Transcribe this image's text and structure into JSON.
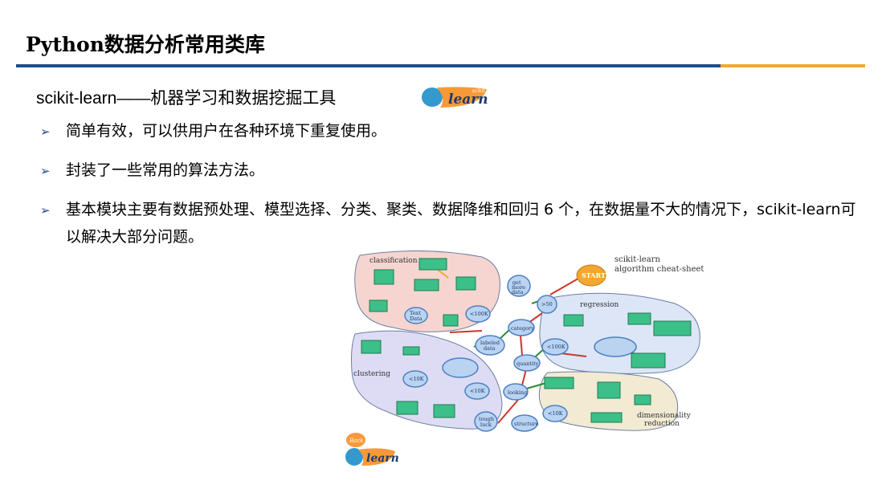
{
  "page": {
    "title": "Python数据分析常用类库",
    "subtitle": "scikit-learn——机器学习和数据挖掘工具",
    "logo_text": "learn",
    "logo_small": "scikit",
    "bullets": [
      "简单有效，可以供用户在各种环境下重复使用。",
      "封装了一些常用的算法方法。",
      "基本模块主要有数据预处理、模型选择、分类、聚类、数据降维和回归 6 个，在数据量不大的情况下，scikit-learn可以解决大部分问题。"
    ],
    "colors": {
      "accent_blue": "#1f4e8c",
      "accent_orange": "#f0a830"
    }
  },
  "cheatsheet": {
    "header_line1": "scikit-learn",
    "header_line2": "algorithm cheat-sheet",
    "start": "START",
    "regions": {
      "classification": "classification",
      "clustering": "clustering",
      "regression": "regression",
      "dimensionality_line1": "dimensionality",
      "dimensionality_line2": "reduction"
    },
    "questions": {
      "more_data_1": "get",
      "more_data_2": "more",
      "more_data_3": "data",
      "gt50": ">50",
      "category": "category",
      "labeled_1": "labeled",
      "labeled_2": "data",
      "quantity": "quantity",
      "looking": "looking",
      "tough_1": "tough",
      "tough_2": "luck",
      "structure": "structure",
      "lt100k": "<100K",
      "lt100k_reg": "<100K",
      "lt10k_clu": "<10K",
      "lt10k_dim": "<10K",
      "lt10k_mid": "<10K",
      "text_1": "Text",
      "text_2": "Data"
    },
    "back_label": "Back",
    "back_logo": "learn"
  }
}
